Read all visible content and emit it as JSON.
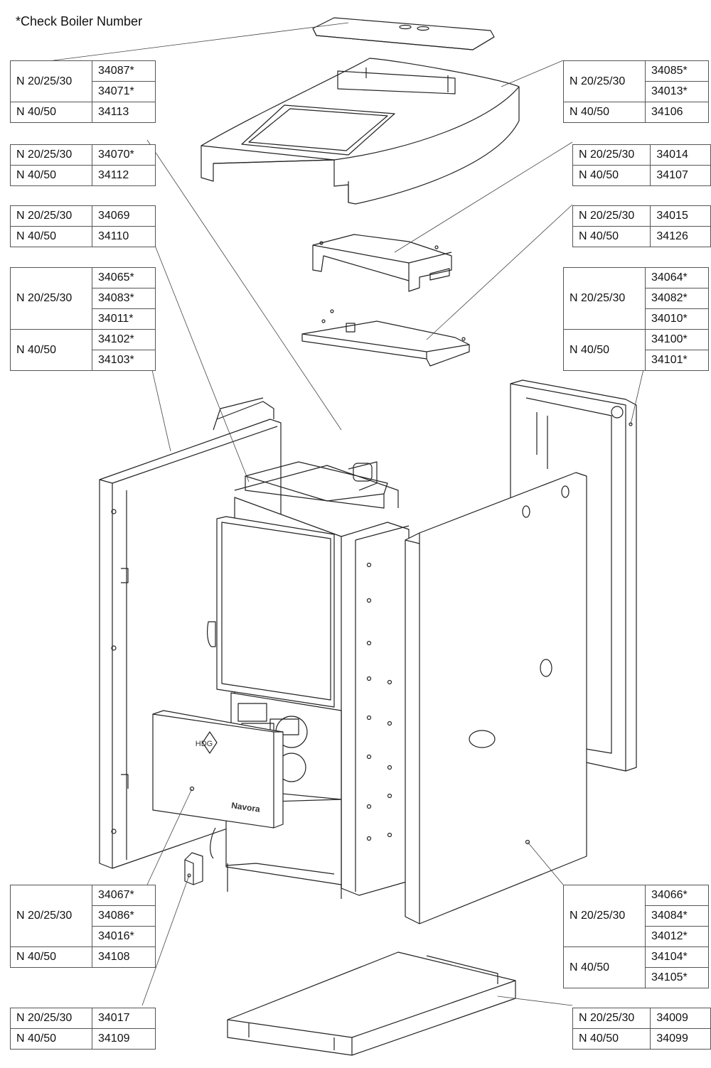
{
  "note": "*Check Boiler Number",
  "brand": {
    "logo_text": "HDG",
    "product_name": "Navora"
  },
  "tables": [
    {
      "id": "t1",
      "groups": [
        {
          "model": "N 20/25/30",
          "parts": [
            "34087*",
            "34071*"
          ]
        },
        {
          "model": "N 40/50",
          "parts": [
            "34113"
          ]
        }
      ]
    },
    {
      "id": "t2",
      "groups": [
        {
          "model": "N 20/25/30",
          "parts": [
            "34070*"
          ]
        },
        {
          "model": "N 40/50",
          "parts": [
            "34112"
          ]
        }
      ]
    },
    {
      "id": "t3",
      "groups": [
        {
          "model": "N 20/25/30",
          "parts": [
            "34069"
          ]
        },
        {
          "model": "N 40/50",
          "parts": [
            "34110"
          ]
        }
      ]
    },
    {
      "id": "t4",
      "groups": [
        {
          "model": "N 20/25/30",
          "parts": [
            "34065*",
            "34083*",
            "34011*"
          ]
        },
        {
          "model": "N 40/50",
          "parts": [
            "34102*",
            "34103*"
          ]
        }
      ]
    },
    {
      "id": "t5",
      "groups": [
        {
          "model": "N 20/25/30",
          "parts": [
            "34067*",
            "34086*",
            "34016*"
          ]
        },
        {
          "model": "N 40/50",
          "parts": [
            "34108"
          ]
        }
      ]
    },
    {
      "id": "t6",
      "groups": [
        {
          "model": "N 20/25/30",
          "parts": [
            "34017"
          ]
        },
        {
          "model": "N 40/50",
          "parts": [
            "34109"
          ]
        }
      ]
    },
    {
      "id": "t7",
      "groups": [
        {
          "model": "N 20/25/30",
          "parts": [
            "34085*",
            "34013*"
          ]
        },
        {
          "model": "N 40/50",
          "parts": [
            "34106"
          ]
        }
      ]
    },
    {
      "id": "t8",
      "groups": [
        {
          "model": "N 20/25/30",
          "parts": [
            "34014"
          ]
        },
        {
          "model": "N 40/50",
          "parts": [
            "34107"
          ]
        }
      ]
    },
    {
      "id": "t9",
      "groups": [
        {
          "model": "N 20/25/30",
          "parts": [
            "34015"
          ]
        },
        {
          "model": "N 40/50",
          "parts": [
            "34126"
          ]
        }
      ]
    },
    {
      "id": "t10",
      "groups": [
        {
          "model": "N 20/25/30",
          "parts": [
            "34064*",
            "34082*",
            "34010*"
          ]
        },
        {
          "model": "N 40/50",
          "parts": [
            "34100*",
            "34101*"
          ]
        }
      ]
    },
    {
      "id": "t11",
      "groups": [
        {
          "model": "N 20/25/30",
          "parts": [
            "34066*",
            "34084*",
            "34012*"
          ]
        },
        {
          "model": "N 40/50",
          "parts": [
            "34104*",
            "34105*"
          ]
        }
      ]
    },
    {
      "id": "t12",
      "groups": [
        {
          "model": "N 20/25/30",
          "parts": [
            "34009"
          ]
        },
        {
          "model": "N 40/50",
          "parts": [
            "34099"
          ]
        }
      ]
    }
  ]
}
